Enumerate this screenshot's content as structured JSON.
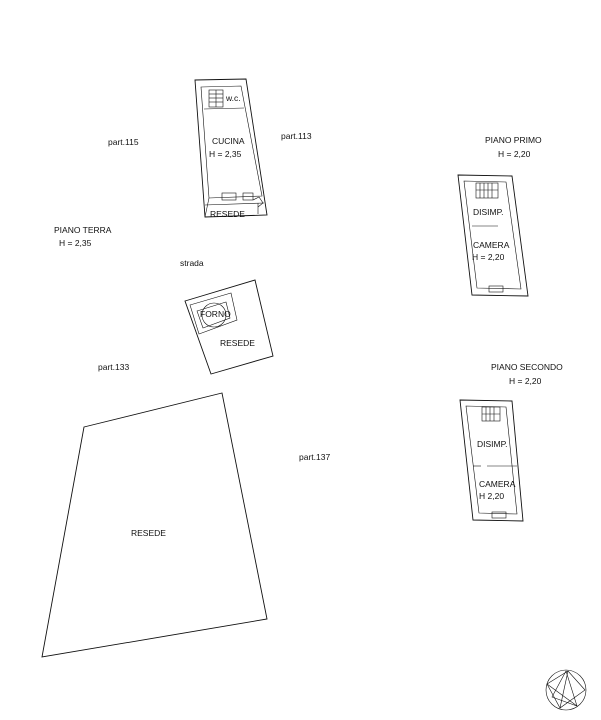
{
  "labels": {
    "wc": "w.c.",
    "cucina": "CUCINA",
    "cucina_h": "H = 2,35",
    "resede": "RESEDE",
    "part115": "part.115",
    "part113": "part.113",
    "piano_terra": "PIANO TERRA",
    "piano_terra_h": "H = 2,35",
    "strada": "strada",
    "forno": "FORNO",
    "part133": "part.133",
    "part137": "part.137",
    "piano_primo": "PIANO PRIMO",
    "piano_primo_h": "H = 2,20",
    "disimp": "DISIMP.",
    "camera": "CAMERA",
    "camera_h_primo": "H = 2,20",
    "piano_secondo": "PIANO SECONDO",
    "piano_secondo_h": "H = 2,20",
    "camera_h_secondo": "H 2,20"
  },
  "icons": {
    "north_arrow": "north-arrow-icon"
  }
}
